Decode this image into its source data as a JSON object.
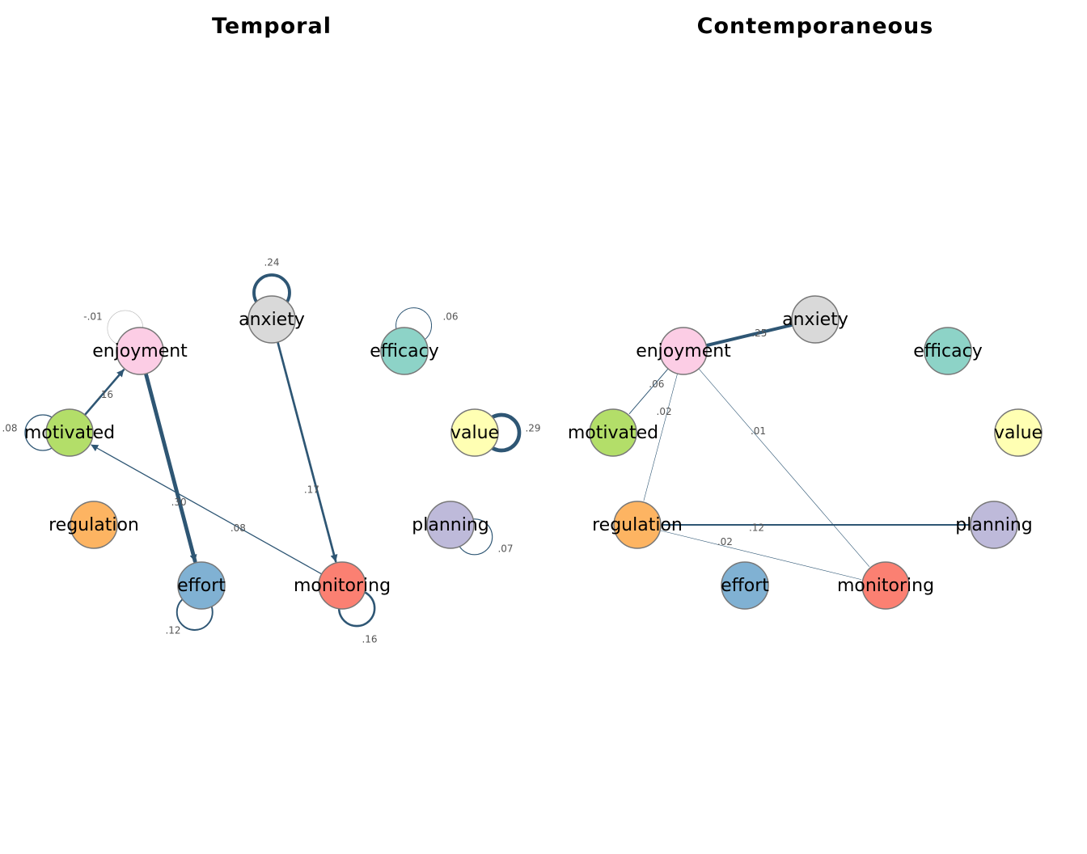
{
  "panels": [
    {
      "id": "temporal",
      "title": "Temporal",
      "directed": true,
      "nodes": [
        {
          "id": "anxiety",
          "label": "anxiety",
          "color": "#d9d9d9"
        },
        {
          "id": "efficacy",
          "label": "efficacy",
          "color": "#8dd3c7"
        },
        {
          "id": "enjoyment",
          "label": "enjoyment",
          "color": "#fccde5"
        },
        {
          "id": "motivated",
          "label": "motivated",
          "color": "#b3de69"
        },
        {
          "id": "value",
          "label": "value",
          "color": "#ffffb3"
        },
        {
          "id": "regulation",
          "label": "regulation",
          "color": "#fdb462"
        },
        {
          "id": "planning",
          "label": "planning",
          "color": "#bebada"
        },
        {
          "id": "effort",
          "label": "effort",
          "color": "#80b1d3"
        },
        {
          "id": "monitoring",
          "label": "monitoring",
          "color": "#fb8072"
        }
      ],
      "edges": [
        {
          "from": "motivated",
          "to": "enjoyment",
          "weight": 0.16,
          "label": ".16"
        },
        {
          "from": "enjoyment",
          "to": "effort",
          "weight": 0.3,
          "label": ".30"
        },
        {
          "from": "anxiety",
          "to": "monitoring",
          "weight": 0.17,
          "label": ".17"
        },
        {
          "from": "monitoring",
          "to": "motivated",
          "weight": 0.08,
          "label": ".08"
        }
      ],
      "self_loops": [
        {
          "node": "anxiety",
          "weight": 0.24,
          "label": ".24"
        },
        {
          "node": "enjoyment",
          "weight": -0.01,
          "label": "-.01"
        },
        {
          "node": "efficacy",
          "weight": 0.06,
          "label": ".06"
        },
        {
          "node": "motivated",
          "weight": 0.08,
          "label": ".08"
        },
        {
          "node": "value",
          "weight": 0.29,
          "label": ".29"
        },
        {
          "node": "planning",
          "weight": 0.07,
          "label": ".07"
        },
        {
          "node": "effort",
          "weight": 0.12,
          "label": ".12"
        },
        {
          "node": "monitoring",
          "weight": 0.16,
          "label": ".16"
        }
      ]
    },
    {
      "id": "contemporaneous",
      "title": "Contemporaneous",
      "directed": false,
      "nodes": [
        {
          "id": "anxiety",
          "label": "anxiety",
          "color": "#d9d9d9"
        },
        {
          "id": "efficacy",
          "label": "efficacy",
          "color": "#8dd3c7"
        },
        {
          "id": "enjoyment",
          "label": "enjoyment",
          "color": "#fccde5"
        },
        {
          "id": "motivated",
          "label": "motivated",
          "color": "#b3de69"
        },
        {
          "id": "value",
          "label": "value",
          "color": "#ffffb3"
        },
        {
          "id": "regulation",
          "label": "regulation",
          "color": "#fdb462"
        },
        {
          "id": "planning",
          "label": "planning",
          "color": "#bebada"
        },
        {
          "id": "effort",
          "label": "effort",
          "color": "#80b1d3"
        },
        {
          "id": "monitoring",
          "label": "monitoring",
          "color": "#fb8072"
        }
      ],
      "edges": [
        {
          "from": "enjoyment",
          "to": "anxiety",
          "weight": 0.25,
          "label": ".25"
        },
        {
          "from": "enjoyment",
          "to": "motivated",
          "weight": 0.06,
          "label": ".06"
        },
        {
          "from": "enjoyment",
          "to": "regulation",
          "weight": 0.02,
          "label": ".02"
        },
        {
          "from": "enjoyment",
          "to": "monitoring",
          "weight": 0.01,
          "label": ".01"
        },
        {
          "from": "regulation",
          "to": "planning",
          "weight": 0.12,
          "label": ".12"
        },
        {
          "from": "regulation",
          "to": "monitoring",
          "weight": 0.02,
          "label": ".02"
        }
      ],
      "self_loops": []
    }
  ],
  "colors": {
    "edge_positive": "#2e5674",
    "edge_negative": "#999999",
    "node_border": "#777777"
  }
}
